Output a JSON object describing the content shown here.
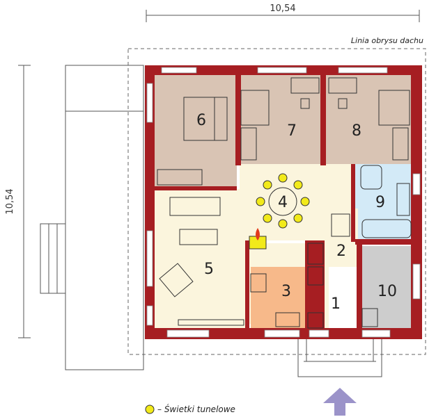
{
  "dimensions": {
    "width_label": "10,54",
    "height_label": "10,54"
  },
  "roof_outline_label": "Linia obrysu dachu",
  "rooms": [
    {
      "number": "1",
      "fill": "#ffffff"
    },
    {
      "number": "2",
      "fill": "#fbf5dd"
    },
    {
      "number": "3",
      "fill": "#f7b98a"
    },
    {
      "number": "4",
      "fill": "#fbf5dd"
    },
    {
      "number": "5",
      "fill": "#fbf5dd"
    },
    {
      "number": "6",
      "fill": "#d9c4b4"
    },
    {
      "number": "7",
      "fill": "#d9c4b4"
    },
    {
      "number": "8",
      "fill": "#d9c4b4"
    },
    {
      "number": "9",
      "fill": "#d3eaf7"
    },
    {
      "number": "10",
      "fill": "#cdcdcd"
    }
  ],
  "legend": {
    "label": "– Świetki tunelowe",
    "marker_color": "#f2ea1a"
  },
  "colors": {
    "wall": "#a61e22",
    "window": "#ffffff",
    "entrance_arrow": "#9b93c9"
  }
}
